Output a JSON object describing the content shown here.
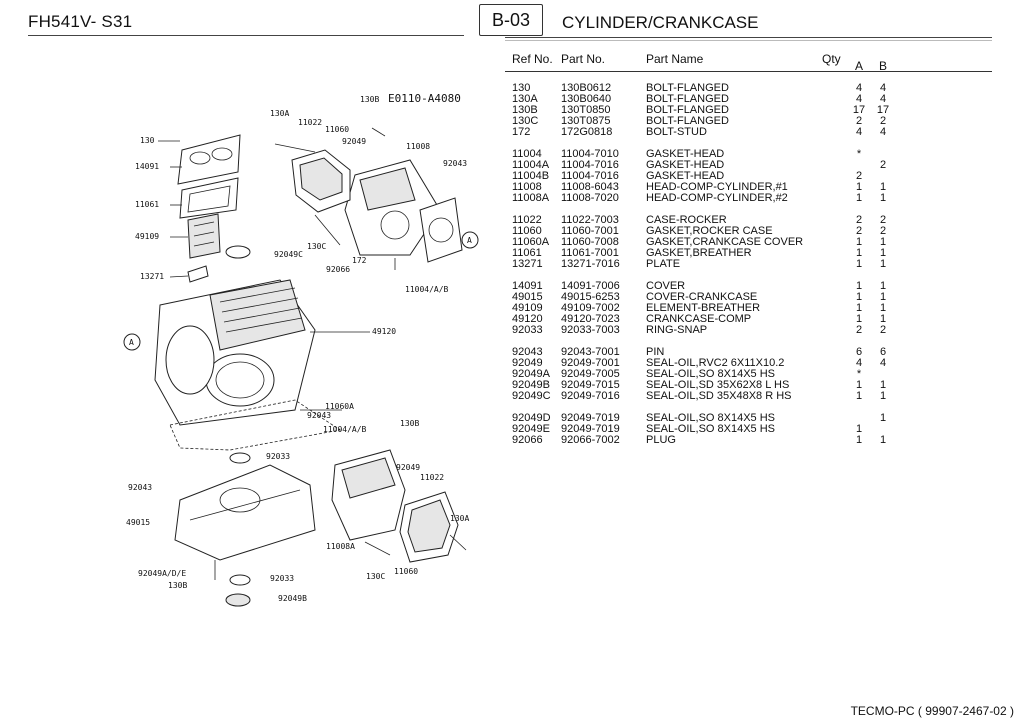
{
  "header": {
    "model": "FH541V- S31",
    "page_code": "B-03",
    "title": "CYLINDER/CRANKCASE"
  },
  "columns": {
    "ref": "Ref No.",
    "part_no": "Part No.",
    "name": "Part Name",
    "qty": "Qty",
    "a": "A",
    "b": "B"
  },
  "parts": [
    {
      "ref": "130",
      "part_no": "130B0612",
      "name": "BOLT-FLANGED",
      "a": "4",
      "b": "4"
    },
    {
      "ref": "130A",
      "part_no": "130B0640",
      "name": "BOLT-FLANGED",
      "a": "4",
      "b": "4"
    },
    {
      "ref": "130B",
      "part_no": "130T0850",
      "name": "BOLT-FLANGED",
      "a": "17",
      "b": "17"
    },
    {
      "ref": "130C",
      "part_no": "130T0875",
      "name": "BOLT-FLANGED",
      "a": "2",
      "b": "2"
    },
    {
      "ref": "172",
      "part_no": "172G0818",
      "name": "BOLT-STUD",
      "a": "4",
      "b": "4"
    },
    {
      "ref": "11004",
      "part_no": "11004-7010",
      "name": "GASKET-HEAD",
      "a": "*",
      "b": ""
    },
    {
      "ref": "11004A",
      "part_no": "11004-7016",
      "name": "GASKET-HEAD",
      "a": "",
      "b": "2"
    },
    {
      "ref": "11004B",
      "part_no": "11004-7016",
      "name": "GASKET-HEAD",
      "a": "2",
      "b": ""
    },
    {
      "ref": "11008",
      "part_no": "11008-6043",
      "name": "HEAD-COMP-CYLINDER,#1",
      "a": "1",
      "b": "1"
    },
    {
      "ref": "11008A",
      "part_no": "11008-7020",
      "name": "HEAD-COMP-CYLINDER,#2",
      "a": "1",
      "b": "1"
    },
    {
      "ref": "11022",
      "part_no": "11022-7003",
      "name": "CASE-ROCKER",
      "a": "2",
      "b": "2"
    },
    {
      "ref": "11060",
      "part_no": "11060-7001",
      "name": "GASKET,ROCKER CASE",
      "a": "2",
      "b": "2"
    },
    {
      "ref": "11060A",
      "part_no": "11060-7008",
      "name": "GASKET,CRANKCASE COVER",
      "a": "1",
      "b": "1"
    },
    {
      "ref": "11061",
      "part_no": "11061-7001",
      "name": "GASKET,BREATHER",
      "a": "1",
      "b": "1"
    },
    {
      "ref": "13271",
      "part_no": "13271-7016",
      "name": "PLATE",
      "a": "1",
      "b": "1"
    },
    {
      "ref": "14091",
      "part_no": "14091-7006",
      "name": "COVER",
      "a": "1",
      "b": "1"
    },
    {
      "ref": "49015",
      "part_no": "49015-6253",
      "name": "COVER-CRANKCASE",
      "a": "1",
      "b": "1"
    },
    {
      "ref": "49109",
      "part_no": "49109-7002",
      "name": "ELEMENT-BREATHER",
      "a": "1",
      "b": "1"
    },
    {
      "ref": "49120",
      "part_no": "49120-7023",
      "name": "CRANKCASE-COMP",
      "a": "1",
      "b": "1"
    },
    {
      "ref": "92033",
      "part_no": "92033-7003",
      "name": "RING-SNAP",
      "a": "2",
      "b": "2"
    },
    {
      "ref": "92043",
      "part_no": "92043-7001",
      "name": "PIN",
      "a": "6",
      "b": "6"
    },
    {
      "ref": "92049",
      "part_no": "92049-7001",
      "name": "SEAL-OIL,RVC2 6X11X10.2",
      "a": "4",
      "b": "4"
    },
    {
      "ref": "92049A",
      "part_no": "92049-7005",
      "name": "SEAL-OIL,SO 8X14X5 HS",
      "a": "*",
      "b": ""
    },
    {
      "ref": "92049B",
      "part_no": "92049-7015",
      "name": "SEAL-OIL,SD 35X62X8 L HS",
      "a": "1",
      "b": "1"
    },
    {
      "ref": "92049C",
      "part_no": "92049-7016",
      "name": "SEAL-OIL,SD 35X48X8 R HS",
      "a": "1",
      "b": "1"
    },
    {
      "ref": "92049D",
      "part_no": "92049-7019",
      "name": "SEAL-OIL,SO 8X14X5 HS",
      "a": "",
      "b": "1"
    },
    {
      "ref": "92049E",
      "part_no": "92049-7019",
      "name": "SEAL-OIL,SO 8X14X5 HS",
      "a": "1",
      "b": ""
    },
    {
      "ref": "92066",
      "part_no": "92066-7002",
      "name": "PLUG",
      "a": "1",
      "b": "1"
    }
  ],
  "diagram": {
    "serial_range": "E0110-A4080",
    "callout_A": "A",
    "labels": {
      "l130": "130",
      "l14091": "14091",
      "l11061": "11061",
      "l49109": "49109",
      "l13271": "13271",
      "l130A": "130A",
      "l11022": "11022",
      "l11060": "11060",
      "l130B_top": "130B",
      "l92049_top": "92049",
      "l11008": "11008",
      "l92043_top": "92043",
      "l130C_top": "130C",
      "l92049C": "92049C",
      "l92066": "92066",
      "l172": "172",
      "l11004AB": "11004/A/B",
      "l49120": "49120",
      "l11060A": "11060A",
      "l92043_mid": "92043",
      "l11004AB_2": "11004/A/B",
      "l130B_mid": "130B",
      "l92033_top": "92033",
      "l92049_mid": "92049",
      "l11022_2": "11022",
      "l92043_left": "92043",
      "l49015": "49015",
      "l130A_2": "130A",
      "l11008A": "11008A",
      "l92049ADE": "92049A/D/E",
      "l130B_bot": "130B",
      "l130C_bot": "130C",
      "l11060_2": "11060",
      "l92033_bot": "92033",
      "l92049B": "92049B"
    }
  },
  "footer": {
    "doc": "TECMO-PC ( 99907-2467-02 )"
  }
}
